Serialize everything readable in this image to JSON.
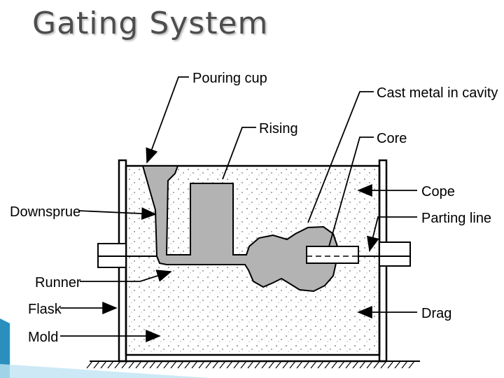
{
  "title": "Gating System",
  "labels": {
    "pouring_cup": "Pouring cup",
    "rising": "Rising",
    "cast_metal": "Cast metal in cavity",
    "core": "Core",
    "cope": "Cope",
    "parting_line": "Parting line",
    "downsprue": "Downsprue",
    "runner": "Runner",
    "flask": "Flask",
    "mold": "Mold",
    "drag": "Drag"
  },
  "colors": {
    "metal": "#b3b3b3",
    "sand": "#ffffff",
    "ink": "#000000",
    "title": "#4d4d4d",
    "accent": "#2a8fbd"
  }
}
